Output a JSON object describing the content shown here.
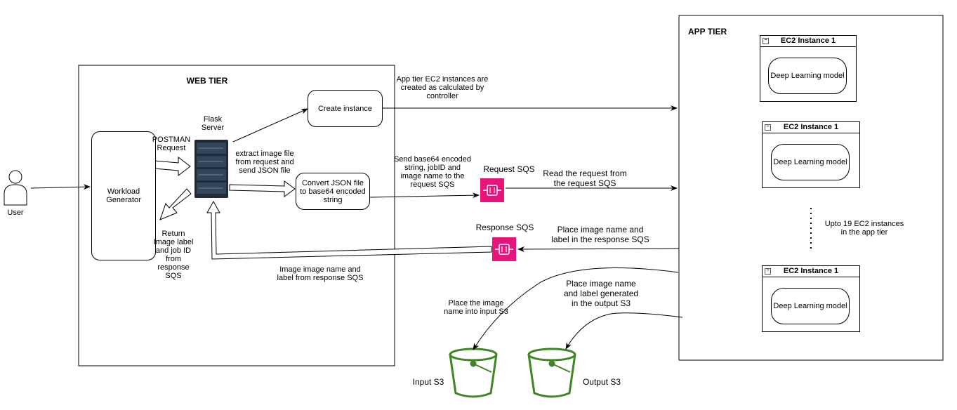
{
  "user": {
    "label": "User"
  },
  "web_tier": {
    "title": "WEB TIER"
  },
  "app_tier": {
    "title": "APP TIER"
  },
  "workload_generator": {
    "label": "Workload Generator"
  },
  "flask_server": {
    "label": "Flask Server"
  },
  "create_instance": {
    "label": "Create instance"
  },
  "convert_json": {
    "label": "Convert JSON file to base64 encoded string"
  },
  "request_sqs": {
    "label": "Request SQS"
  },
  "response_sqs": {
    "label": "Response SQS"
  },
  "input_s3": {
    "label": "Input S3"
  },
  "output_s3": {
    "label": "Output S3"
  },
  "ec2_instances": [
    {
      "title": "EC2 Instance 1",
      "model": "Deep Learning model"
    },
    {
      "title": "EC2 Instance 1",
      "model": "Deep Learning model"
    },
    {
      "title": "EC2 Instance 1",
      "model": "Deep Learning model"
    }
  ],
  "annotations": {
    "postman_request": "POSTMAN Request",
    "return_label": "Return Image label and job ID from response SQS",
    "extract_image": "extract image file from request and send JSON file",
    "app_tier_created": "App tier EC2 instances are created as calculated by controller",
    "send_base64": "Send base64 encoded string, jobID and image name to the request SQS",
    "read_request": "Read the request from the request SQS",
    "place_response": "Place image name and label in the response SQS",
    "image_from_response": "Image image name and label from response SQS",
    "place_input": "Place the image name into input S3",
    "place_output": "Place image name and label generated in the output S3",
    "upto_19": "Upto 19 EC2 instances in the app tier"
  },
  "colors": {
    "sqs": "#e7157b",
    "s3": "#3f8624",
    "server": "#1e2a38"
  }
}
